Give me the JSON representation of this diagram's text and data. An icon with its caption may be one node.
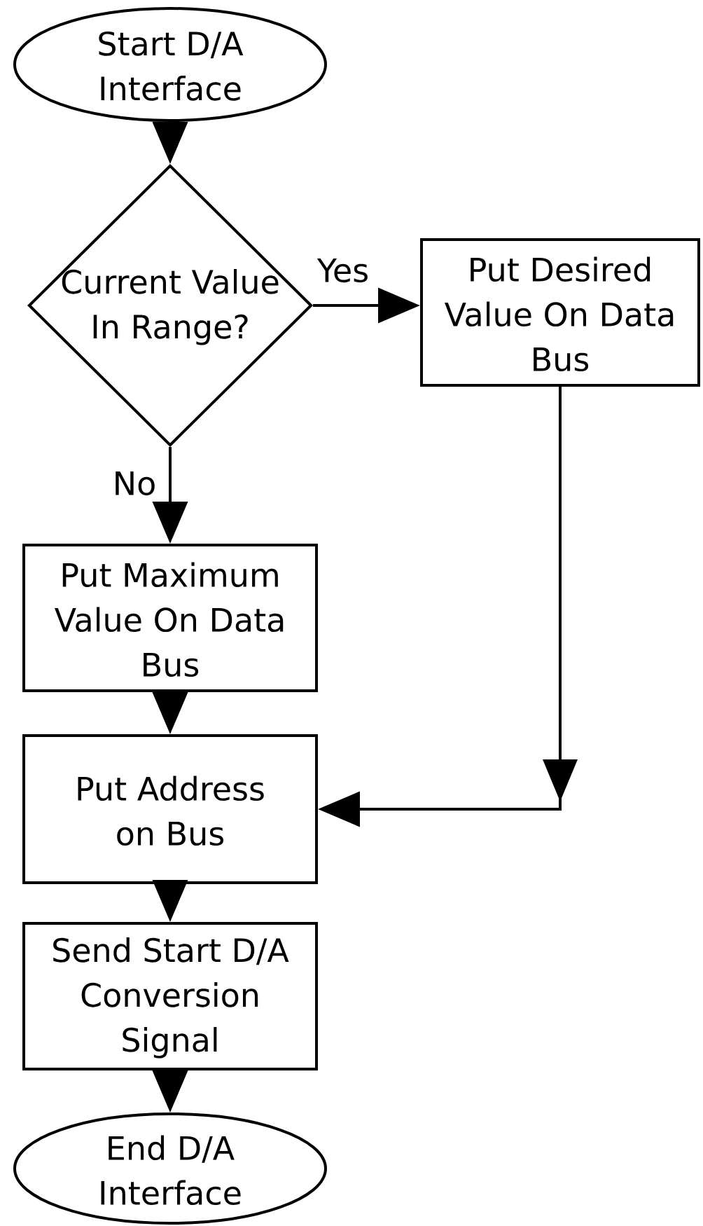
{
  "diagram": {
    "nodes": [
      {
        "text": [
          "Start D/A Interface"
        ]
      },
      {
        "text": [
          "Current Value In Range?"
        ]
      },
      {
        "text": [
          "Put Desired Value On Data Bus"
        ]
      },
      {
        "text": [
          "Put Maximum Value On Data Bus"
        ]
      },
      {
        "text": [
          "Put Address on Bus"
        ]
      },
      {
        "text": [
          "Send Start D/A Conversion Signal"
        ]
      },
      {
        "text": [
          "End D/A Interface"
        ]
      }
    ],
    "edges": [
      {
        "from": 0,
        "to": 1,
        "arrow": "to"
      },
      {
        "from": 1,
        "to": 2,
        "arrow": "to",
        "label": "Yes"
      },
      {
        "from": 1,
        "to": 3,
        "arrow": "to",
        "label": "No"
      },
      {
        "from": 3,
        "to": 4,
        "arrow": "to"
      },
      {
        "from": 2,
        "to": 4,
        "arrow": "to"
      },
      {
        "from": 4,
        "to": 5,
        "arrow": "to"
      },
      {
        "from": 5,
        "to": 6,
        "arrow": "to"
      }
    ]
  }
}
